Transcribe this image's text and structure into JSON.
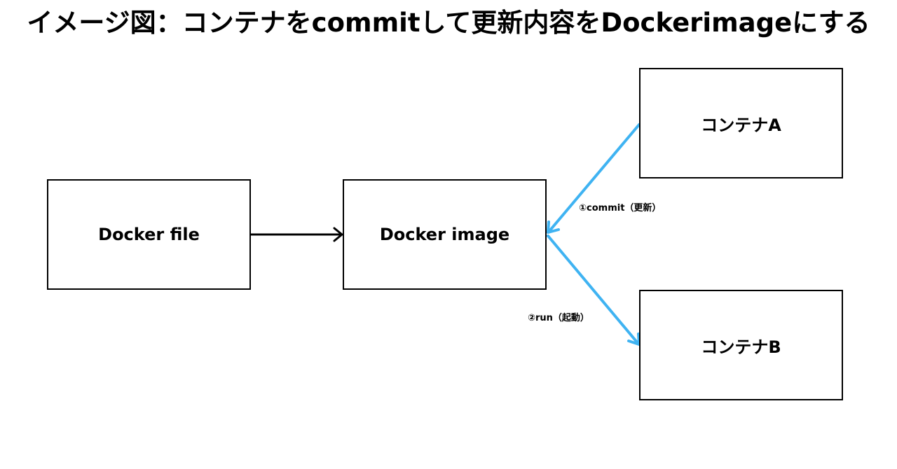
{
  "title": "イメージ図：コンテナをcommitして更新内容をDockerimageにする",
  "nodes": {
    "dockerfile": "Docker file",
    "dockerimage": "Docker image",
    "containerA": "コンテナA",
    "containerB": "コンテナB"
  },
  "edges": {
    "build": {
      "from": "Docker file",
      "to": "Docker image",
      "color": "#000000"
    },
    "commit": {
      "from": "コンテナA",
      "to": "Docker image",
      "label": "①commit（更新）",
      "color": "#3fb3f2"
    },
    "run": {
      "from": "Docker image",
      "to": "コンテナB",
      "label": "②run（起動）",
      "color": "#3fb3f2"
    }
  }
}
